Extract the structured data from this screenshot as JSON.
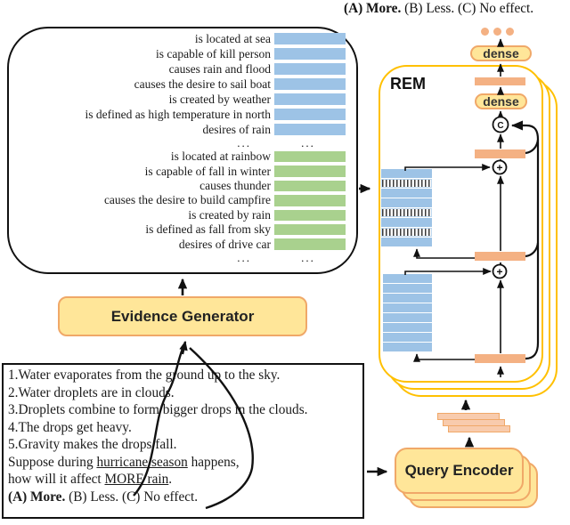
{
  "top_answer": {
    "segments": [
      {
        "text": "(A) More.",
        "bold": true
      },
      {
        "text": " (B) Less. (C) No effect.",
        "bold": false
      }
    ]
  },
  "evidence_panel": {
    "ellipsis": "...",
    "blue_rows": [
      "is located at sea",
      "is capable of kill person",
      "causes rain and flood",
      "causes the desire to sail boat",
      "is created by weather",
      "is defined as high temperature in north",
      "desires of rain"
    ],
    "green_rows": [
      "is located at rainbow",
      "is capable of fall in winter",
      "causes thunder",
      "causes the desire to build campfire",
      "is created by rain",
      "is defined as fall from sky",
      "desires of drive car"
    ]
  },
  "evidence_generator": {
    "label": "Evidence Generator"
  },
  "rem": {
    "label": "REM",
    "dense_top": "dense",
    "dense_inner": "dense",
    "concat_symbol": "C",
    "add_symbol": "+",
    "upper_stack": [
      "solid",
      "hatched",
      "solid",
      "solid",
      "hatched",
      "solid",
      "hatched",
      "solid"
    ],
    "lower_stack": [
      "solid",
      "solid",
      "solid",
      "solid",
      "solid",
      "solid",
      "solid",
      "solid"
    ]
  },
  "query_encoder": {
    "label": "Query Encoder"
  },
  "question_box": {
    "lines": [
      [
        {
          "text": "1.Water evaporates from the ground up to the sky."
        }
      ],
      [
        {
          "text": "2.Water droplets are in clouds."
        }
      ],
      [
        {
          "text": "3.Droplets combine to form bigger drops in the clouds."
        }
      ],
      [
        {
          "text": "4.The drops get heavy."
        }
      ],
      [
        {
          "text": "5.Gravity makes the drops fall."
        }
      ],
      [
        {
          "text": "Suppose during "
        },
        {
          "text": "hurricane season",
          "underline": true
        },
        {
          "text": " happens,"
        }
      ],
      [
        {
          "text": "how will it affect "
        },
        {
          "text": "MORE rain",
          "underline": true
        },
        {
          "text": "."
        }
      ],
      [
        {
          "text": "(A) More.",
          "bold": true
        },
        {
          "text": " (B) Less. (C) No effect."
        }
      ]
    ]
  },
  "colors": {
    "evidence_blue": "#9DC3E6",
    "evidence_green": "#A9D18E",
    "orange_bar": "#F4B183",
    "light_orange_bar": "#F8CBAD",
    "panel_yellow": "#FFE699",
    "rem_border": "#FFC000",
    "pill_border": "#F0A868",
    "dot_orange": "#F4B183"
  }
}
